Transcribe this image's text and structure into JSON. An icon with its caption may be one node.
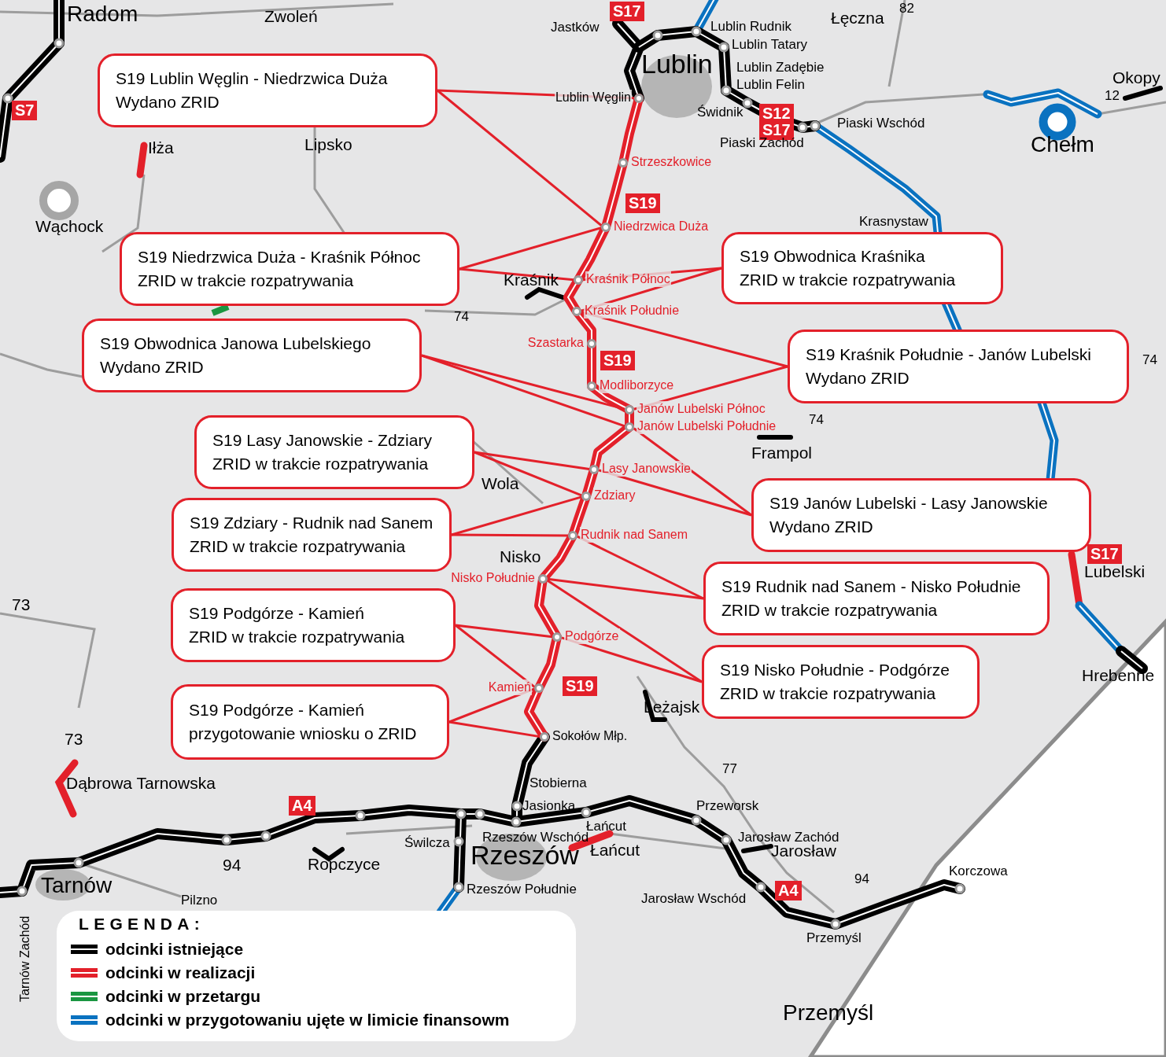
{
  "diagram": {
    "nodes": [
      {
        "text": [
          "S19 Lublin Węglin - Niedrzwica Duża",
          "Wydano ZRID"
        ]
      },
      {
        "text": [
          "S19 Niedrzwica Duża - Kraśnik Północ",
          "ZRID w trakcie rozpatrywania"
        ]
      },
      {
        "text": [
          "S19 Obwodnica Kraśnika",
          "ZRID w trakcie rozpatrywania"
        ]
      },
      {
        "text": [
          "S19 Obwodnica Janowa Lubelskiego",
          "Wydano ZRID"
        ]
      },
      {
        "text": [
          "S19 Kraśnik Południe - Janów Lubelski",
          "Wydano ZRID"
        ]
      },
      {
        "text": [
          "S19 Lasy Janowskie - Zdziary",
          "ZRID w trakcie rozpatrywania"
        ]
      },
      {
        "text": [
          "S19 Janów Lubelski - Lasy Janowskie",
          "Wydano ZRID"
        ]
      },
      {
        "text": [
          "S19 Zdziary - Rudnik nad Sanem",
          "ZRID w trakcie rozpatrywania"
        ]
      },
      {
        "text": [
          "S19 Rudnik nad Sanem - Nisko Południe",
          "ZRID w trakcie rozpatrywania"
        ]
      },
      {
        "text": [
          "S19 Podgórze - Kamień",
          "ZRID w trakcie rozpatrywania"
        ]
      },
      {
        "text": [
          "S19 Nisko Południe - Podgórze",
          "ZRID w trakcie rozpatrywania"
        ]
      },
      {
        "text": [
          "S19 Podgórze - Kamień",
          "przygotowanie wniosku o ZRID"
        ]
      },
      {
        "text": [],
        "shape": "circle",
        "beside": [
          "Lublin Węglin"
        ]
      },
      {
        "text": [],
        "shape": "circle",
        "beside": [
          "Strzeszkowice"
        ]
      },
      {
        "text": [],
        "shape": "circle",
        "beside": [
          "Niedrzwica Duża"
        ]
      },
      {
        "text": [],
        "shape": "circle",
        "beside": [
          "Kraśnik Północ"
        ]
      },
      {
        "text": [],
        "shape": "circle",
        "beside": [
          "Kraśnik Południe"
        ]
      },
      {
        "text": [],
        "shape": "circle",
        "beside": [
          "Szastarka"
        ]
      },
      {
        "text": [],
        "shape": "circle",
        "beside": [
          "Modliborzyce"
        ]
      },
      {
        "text": [],
        "shape": "circle",
        "beside": [
          "Janów Lubelski Północ"
        ]
      },
      {
        "text": [],
        "shape": "circle",
        "beside": [
          "Janów Lubelski Południe"
        ]
      },
      {
        "text": [],
        "shape": "circle",
        "beside": [
          "Lasy Janowskie"
        ]
      },
      {
        "text": [],
        "shape": "circle",
        "beside": [
          "Zdziary"
        ]
      },
      {
        "text": [],
        "shape": "circle",
        "beside": [
          "Rudnik nad Sanem"
        ]
      },
      {
        "text": [],
        "shape": "circle",
        "beside": [
          "Nisko Południe"
        ]
      },
      {
        "text": [],
        "shape": "circle",
        "beside": [
          "Podgórze"
        ]
      },
      {
        "text": [],
        "shape": "circle",
        "beside": [
          "Kamień"
        ]
      },
      {
        "text": [],
        "shape": "circle",
        "beside": [
          "Sokołów Młp."
        ]
      }
    ],
    "edges": [
      {
        "from": 0,
        "to": 12,
        "arrow": "none"
      },
      {
        "from": 0,
        "to": 14,
        "arrow": "none"
      },
      {
        "from": 1,
        "to": 14,
        "arrow": "none"
      },
      {
        "from": 1,
        "to": 15,
        "arrow": "none"
      },
      {
        "from": 2,
        "to": 15,
        "arrow": "none"
      },
      {
        "from": 2,
        "to": 16,
        "arrow": "none"
      },
      {
        "from": 3,
        "to": 19,
        "arrow": "none"
      },
      {
        "from": 3,
        "to": 20,
        "arrow": "none"
      },
      {
        "from": 4,
        "to": 16,
        "arrow": "none"
      },
      {
        "from": 4,
        "to": 19,
        "arrow": "none"
      },
      {
        "from": 5,
        "to": 21,
        "arrow": "none"
      },
      {
        "from": 5,
        "to": 22,
        "arrow": "none"
      },
      {
        "from": 6,
        "to": 20,
        "arrow": "none"
      },
      {
        "from": 6,
        "to": 21,
        "arrow": "none"
      },
      {
        "from": 7,
        "to": 22,
        "arrow": "none"
      },
      {
        "from": 7,
        "to": 23,
        "arrow": "none"
      },
      {
        "from": 8,
        "to": 23,
        "arrow": "none"
      },
      {
        "from": 8,
        "to": 24,
        "arrow": "none"
      },
      {
        "from": 9,
        "to": 25,
        "arrow": "none"
      },
      {
        "from": 9,
        "to": 26,
        "arrow": "none"
      },
      {
        "from": 10,
        "to": 24,
        "arrow": "none"
      },
      {
        "from": 10,
        "to": 25,
        "arrow": "none"
      },
      {
        "from": 11,
        "to": 26,
        "arrow": "none"
      },
      {
        "from": 11,
        "to": 27,
        "arrow": "none"
      }
    ],
    "labels": [
      "Radom",
      "Zwoleń",
      "Jastków",
      "S17",
      "Lublin",
      "Lublin Rudnik",
      "Lublin Tatary",
      "Lublin Zadębie",
      "Lublin Felin",
      "Łęczna",
      "82",
      "Świdnik",
      "S12",
      "S17",
      "Piaski Zachód",
      "Piaski Wschód",
      "Okopy",
      "12",
      "Chełm",
      "S7",
      "Iłża",
      "Lipsko",
      "Wąchock",
      "S19",
      "Krasnystaw",
      "Kraśnik",
      "74",
      "S19",
      "74",
      "74",
      "Frampol",
      "Wola",
      "Nisko",
      "S17",
      "Lubelski",
      "73",
      "Hrebenne",
      "S19",
      "Leżajsk",
      "73",
      "77",
      "Stobierna",
      "Dąbrowa Tarnowska",
      "A4",
      "Jasionka",
      "Przeworsk",
      "Świlcza",
      "Rzeszów Wschód",
      "Łańcut",
      "Jarosław Zachód",
      "Jarosław",
      "Rzeszów",
      "Łańcut",
      "Tarnów",
      "94",
      "Ropczyce",
      "94",
      "Korczowa",
      "Pilzno",
      "Rzeszów Południe",
      "Jarosław Wschód",
      "A4",
      "Przemyśl",
      "Tarnów Zachód",
      "Przemyśl",
      "LEGENDA:"
    ],
    "legend": [
      {
        "text": "odcinki istniejące",
        "color": "#000000"
      },
      {
        "text": "odcinki w realizacji",
        "color": "#e3202a"
      },
      {
        "text": "odcinki w przetargu",
        "color": "#1a9641"
      },
      {
        "text": "odcinki w przygotowaniu ujęte w limicie finansowm",
        "color": "#0a72c0"
      }
    ]
  }
}
